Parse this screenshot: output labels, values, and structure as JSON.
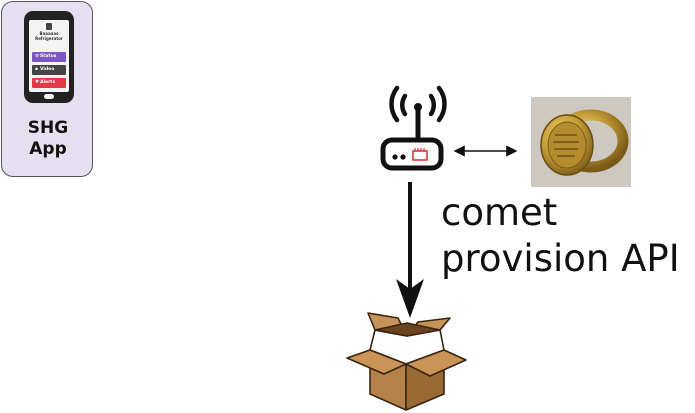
{
  "app_card": {
    "label": "SHG\nApp",
    "phone": {
      "screen_title": "Baaaaas\nRefrigerator",
      "buttons": [
        {
          "label": "Status",
          "icon": "gear-icon",
          "color": "#7e57c2"
        },
        {
          "label": "Video",
          "icon": "camera-icon",
          "color": "#444444"
        },
        {
          "label": "Alerts",
          "icon": "heart-icon",
          "color": "#e53945"
        }
      ]
    }
  },
  "api": {
    "label": "comet\nprovision API"
  },
  "icons": {
    "router": "wifi-router-icon",
    "ring": "gold-ring-photo",
    "box": "cardboard-box-icon"
  },
  "colors": {
    "router_accent": "#d32f2f",
    "box_fill": "#b5834a",
    "box_dark": "#8a5a2b",
    "ring_gold": "#c9a23a",
    "card_bg": "#e6dff0"
  }
}
